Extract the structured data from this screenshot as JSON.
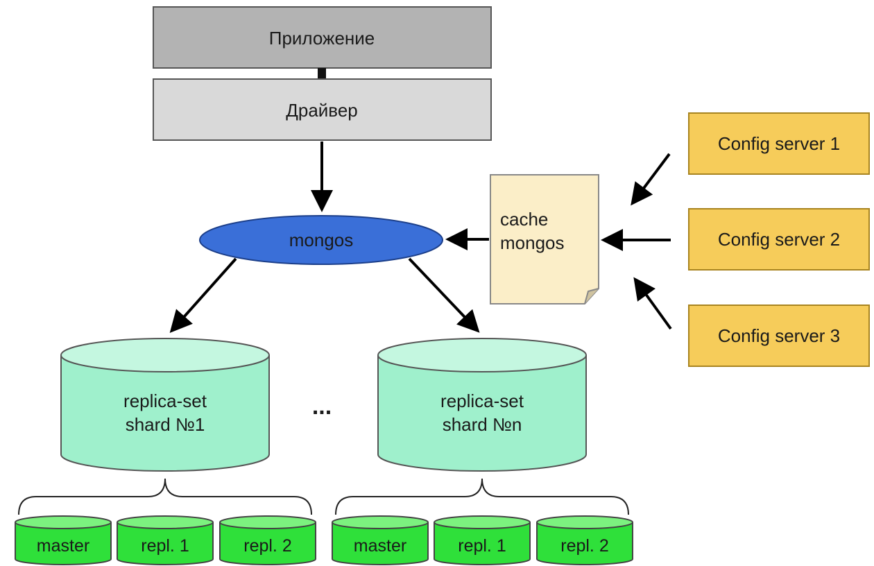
{
  "app_box": {
    "label": "Приложение"
  },
  "driver_box": {
    "label": "Драйвер"
  },
  "router": {
    "label": "mongos"
  },
  "cache": {
    "line1": "cache",
    "line2": "mongos"
  },
  "config_servers": [
    {
      "label": "Config server 1"
    },
    {
      "label": "Config server 2"
    },
    {
      "label": "Config server 3"
    }
  ],
  "shards": [
    {
      "line1": "replica-set",
      "line2": "shard №1",
      "members": [
        "master",
        "repl. 1",
        "repl. 2"
      ]
    },
    {
      "line1": "replica-set",
      "line2": "shard №n",
      "members": [
        "master",
        "repl. 1",
        "repl. 2"
      ]
    }
  ],
  "ellipsis": "...",
  "colors": {
    "app": "#b3b3b3",
    "driver": "#d9d9d9",
    "router": "#3a6fd8",
    "cache": "#fbeec8",
    "config": "#f6cc5a",
    "shard": "#9ff0cc",
    "member": "#2fe03a"
  }
}
